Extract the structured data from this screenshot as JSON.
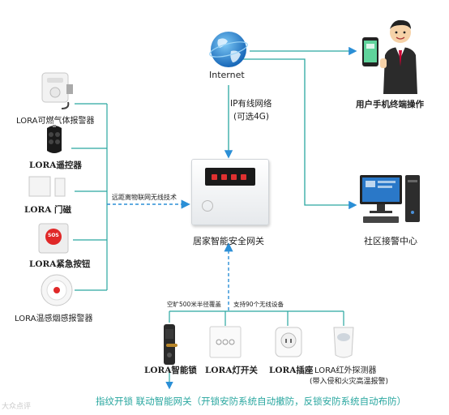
{
  "internet": {
    "label": "Internet"
  },
  "network": {
    "line1": "IP有线网络",
    "line2": "(可选4G)"
  },
  "user": {
    "label": "用户手机终端操作"
  },
  "gateway": {
    "label": "居家智能安全网关"
  },
  "center": {
    "label": "社区接警中心"
  },
  "lora_link": {
    "label": "远距离物联网无线技术"
  },
  "left_devices": [
    {
      "label": "LORA可燃气体报警器"
    },
    {
      "label": "LORA遥控器"
    },
    {
      "label": "LORA 门磁"
    },
    {
      "label": "LORA紧急按钮"
    },
    {
      "label": "LORA温感烟感报警器"
    }
  ],
  "sos_text": "SOS",
  "coverage": {
    "range": "空旷500米半径覆盖",
    "capacity": "支持90个无线设备"
  },
  "bottom_devices": [
    {
      "label": "LORA智能锁"
    },
    {
      "label": "LORA灯开关"
    },
    {
      "label": "LORA插座"
    },
    {
      "label": "LORA红外探测器",
      "sub": "(带入侵和火灾高温报警)"
    }
  ],
  "bottom_caption": "指纹开锁  联动智能网关（开锁安防系统自动撤防，反锁安防系统自动布防）",
  "watermark": "大众点评",
  "colors": {
    "wire": "#2aa7a0",
    "arrow": "#2b8fd6"
  }
}
